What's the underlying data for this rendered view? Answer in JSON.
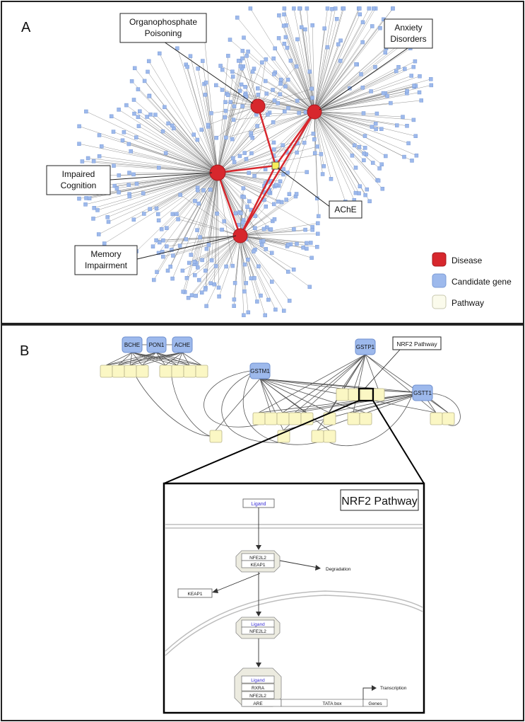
{
  "panel_a": {
    "letter": "A",
    "callouts": {
      "organophosphate": [
        "Organophosphate",
        "Poisoning"
      ],
      "anxiety": [
        "Anxiety",
        "Disorders"
      ],
      "cognition": [
        "Impaired",
        "Cognition"
      ],
      "ache": [
        "AChE"
      ],
      "memory": [
        "Memory",
        "Impairment"
      ]
    },
    "legend": [
      {
        "label": "Disease",
        "color": "#d7272d"
      },
      {
        "label": "Candidate gene",
        "color": "#9db9ec"
      },
      {
        "label": "Pathway",
        "color": "#fbfbec"
      }
    ]
  },
  "panel_b": {
    "letter": "B",
    "genes": {
      "bche": "BCHE",
      "pon1": "PON1",
      "ache": "ACHE",
      "gstp1": "GSTP1",
      "gstm1": "GSTM1",
      "gstt1": "GSTT1"
    },
    "nrf2_callout": "NRF2 Pathway",
    "inset": {
      "title": "NRF2 Pathway",
      "ligand_top": "Ligand",
      "complex1": [
        "NFE2L2",
        "KEAP1"
      ],
      "degradation": "Degradation",
      "keap1": "KEAP1",
      "complex2": [
        "Ligand",
        "NFE2L2"
      ],
      "complex3": [
        "Ligand",
        "RXRA",
        "NFE2L2",
        "ARE"
      ],
      "tata": "TATA box",
      "genes": "Genes",
      "transcription": "Transcription"
    }
  },
  "colors": {
    "disease": "#d7272d",
    "gene": "#9db9ec",
    "gene_stroke": "#7b9bd6",
    "pathway": "#fbf7c4",
    "pathway_stroke": "#b8b48a",
    "hub_edge": "#d7272d",
    "edge": "#6f6f6f",
    "ligand_text": "#3a2fd6"
  }
}
